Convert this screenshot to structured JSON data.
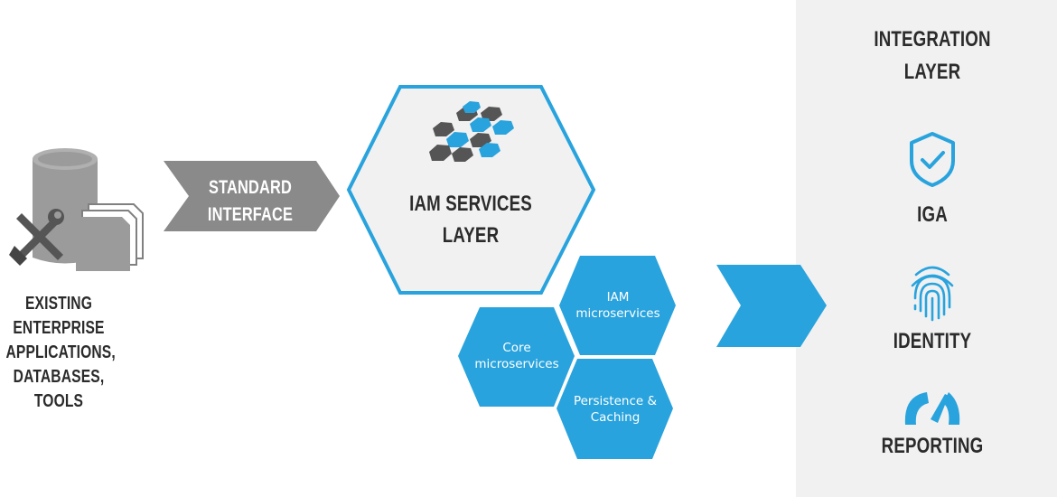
{
  "left_label": [
    "EXISTING",
    "ENTERPRISE",
    "APPLICATIONS,",
    "DATABASES,",
    "TOOLS"
  ],
  "standard_interface": [
    "STANDARD",
    "INTERFACE"
  ],
  "iam_services": [
    "IAM SERVICES",
    "LAYER"
  ],
  "microservices": {
    "iam": [
      "IAM",
      "microservices"
    ],
    "core": [
      "Core",
      "microservices"
    ],
    "persistence": [
      "Persistence &",
      "Caching"
    ]
  },
  "integration": {
    "title": [
      "INTEGRATION",
      "LAYER"
    ],
    "items": [
      {
        "label": "IGA",
        "icon": "shield-check-icon"
      },
      {
        "label": "IDENTITY",
        "icon": "fingerprint-icon"
      },
      {
        "label": "REPORTING",
        "icon": "gauge-icon"
      }
    ]
  },
  "colors": {
    "accent_blue": "#29a3dd",
    "gray_arrow": "#8a8a8a",
    "dark_gray": "#555555",
    "panel_bg": "#f1f1f1",
    "text_dark": "#2b2b2b"
  }
}
